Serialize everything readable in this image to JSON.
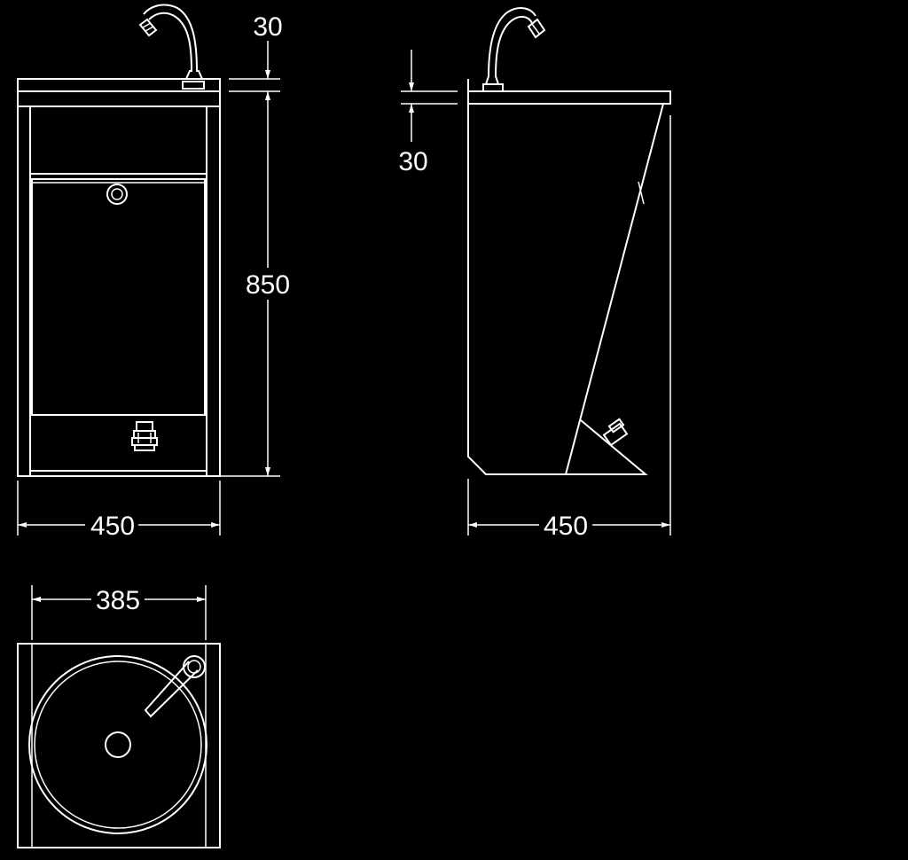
{
  "drawing": {
    "front_view": {
      "dim_height_total": "850",
      "dim_top_thickness": "30",
      "dim_width": "450"
    },
    "side_view": {
      "dim_top_thickness": "30",
      "dim_depth": "450"
    },
    "top_view": {
      "dim_inner_width": "385"
    }
  },
  "colors": {
    "background": "#000000",
    "line": "#ffffff"
  },
  "icons": [
    "faucet-icon",
    "drain-icon",
    "knee-valve-icon"
  ]
}
